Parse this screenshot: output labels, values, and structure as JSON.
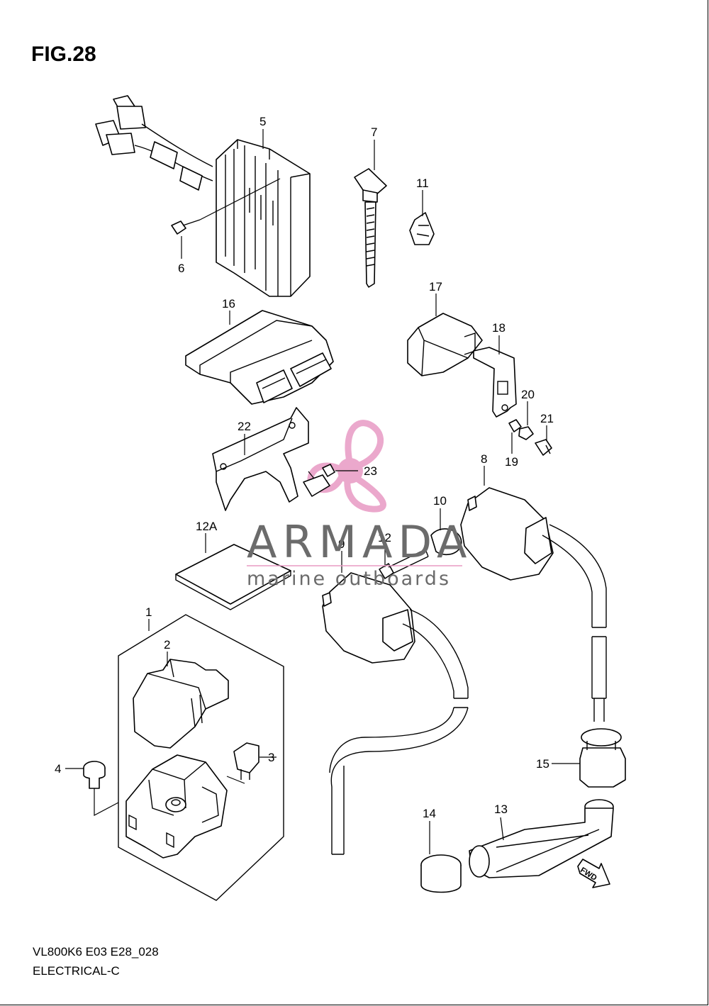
{
  "figure": {
    "title": "FIG.28"
  },
  "footer": {
    "code": "VL800K6 E03 E28_028",
    "title": "ELECTRICAL-C"
  },
  "watermark": {
    "brand": "ARMADA",
    "tagline": "marine outboards",
    "logo_color": "#e89ac4"
  },
  "callouts": {
    "p1": "1",
    "p2": "2",
    "p3": "3",
    "p4": "4",
    "p5": "5",
    "p6": "6",
    "p7": "7",
    "p8": "8",
    "p9": "9",
    "p10": "10",
    "p11": "11",
    "p12": "12",
    "p12a": "12A",
    "p13": "13",
    "p14": "14",
    "p15": "15",
    "p16": "16",
    "p17": "17",
    "p18": "18",
    "p19": "19",
    "p20": "20",
    "p21": "21",
    "p22": "22",
    "p23": "23"
  },
  "fwd_arrow": {
    "label": "FWD"
  }
}
